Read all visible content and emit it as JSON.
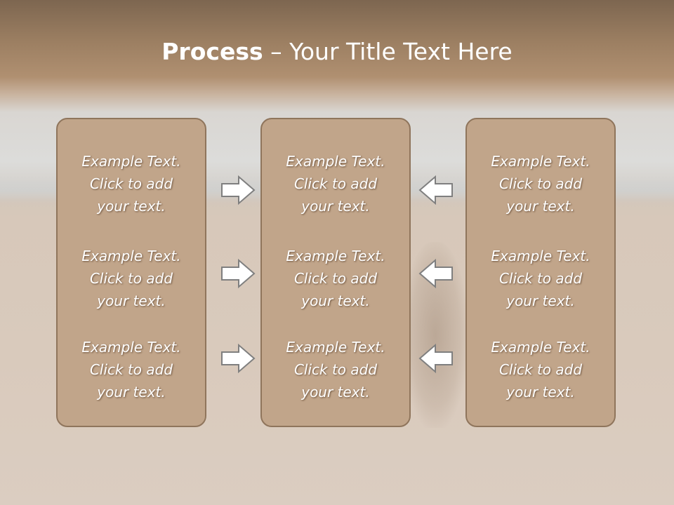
{
  "title": {
    "bold": "Process",
    "rest": " – Your Title Text Here"
  },
  "panels": [
    {
      "blocks": [
        {
          "line1": "Example Text.",
          "line2": "Click  to add",
          "line3": "your text."
        },
        {
          "line1": "Example Text.",
          "line2": "Click  to add",
          "line3": "your text."
        },
        {
          "line1": "Example Text.",
          "line2": "Click  to add",
          "line3": "your text."
        }
      ]
    },
    {
      "blocks": [
        {
          "line1": "Example Text.",
          "line2": "Click  to add",
          "line3": "your text."
        },
        {
          "line1": "Example Text.",
          "line2": "Click  to add",
          "line3": "your text."
        },
        {
          "line1": "Example Text.",
          "line2": "Click  to add",
          "line3": "your text."
        }
      ]
    },
    {
      "blocks": [
        {
          "line1": "Example Text.",
          "line2": "Click  to add",
          "line3": "your text."
        },
        {
          "line1": "Example Text.",
          "line2": "Click  to add",
          "line3": "your text."
        },
        {
          "line1": "Example Text.",
          "line2": "Click  to add",
          "line3": "your text."
        }
      ]
    }
  ],
  "arrows": {
    "left_column": "arrow-right-icon",
    "right_column": "arrow-left-icon"
  },
  "colors": {
    "panel_fill": "#c1a58a",
    "panel_border": "#8f755c",
    "arrow_fill": "#ffffff",
    "arrow_stroke": "#7f7f7f"
  }
}
